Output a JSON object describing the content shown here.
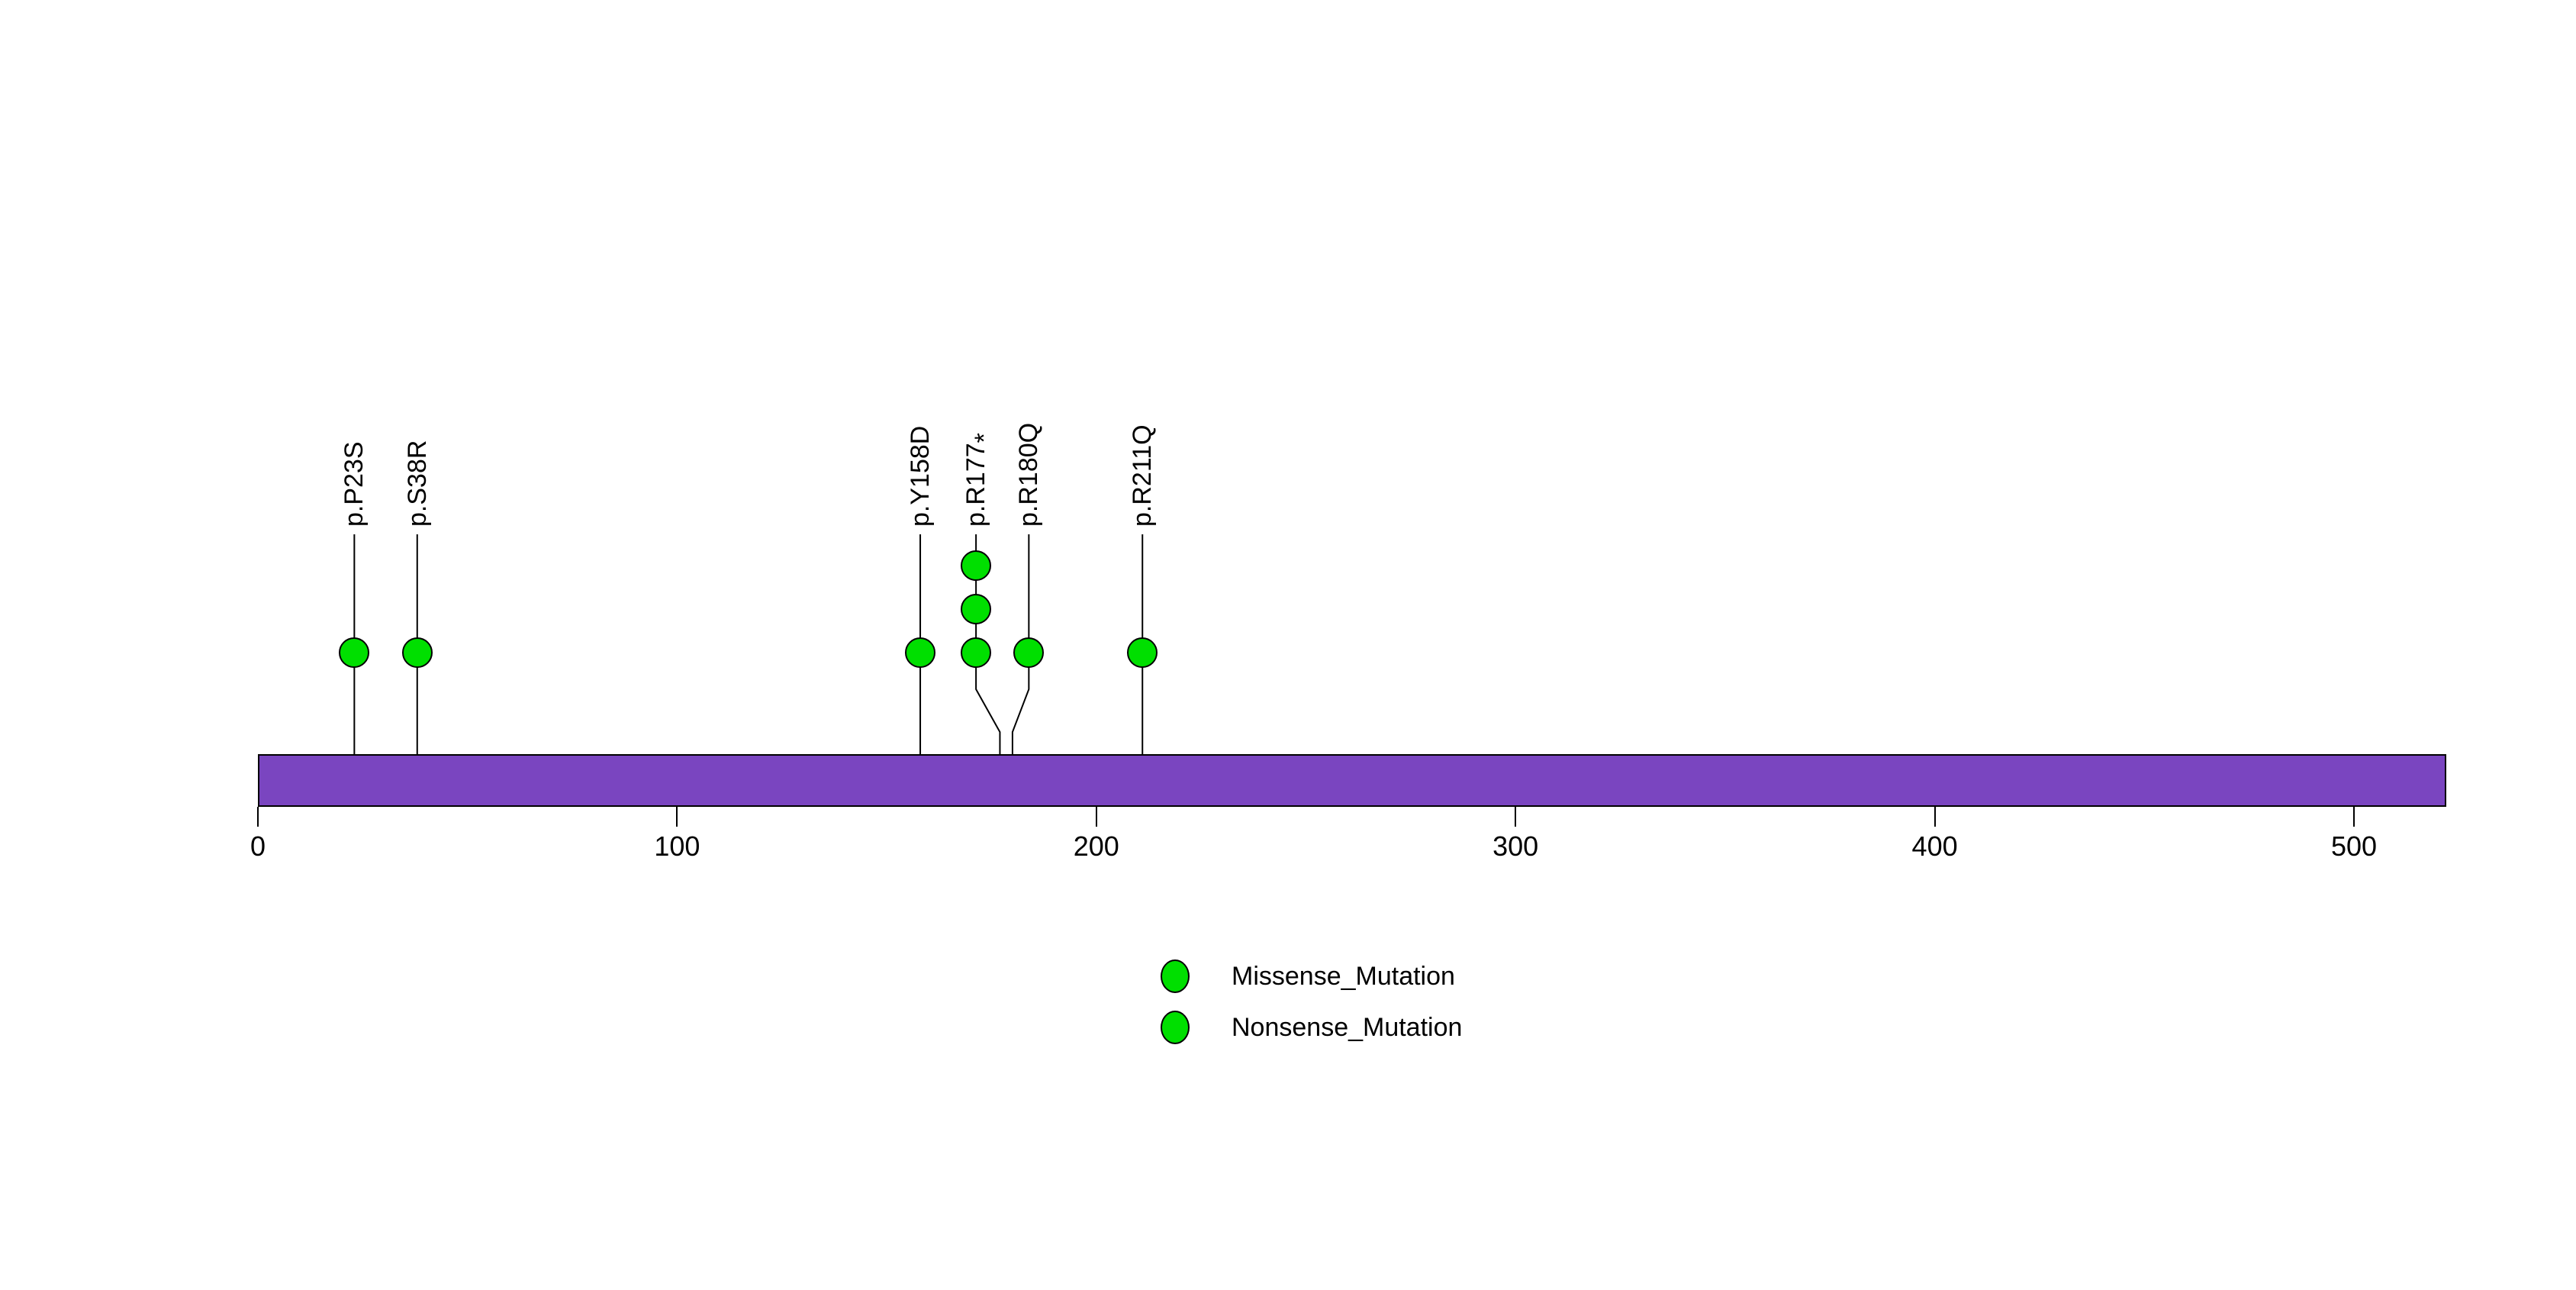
{
  "figure": {
    "background_color": "#FFFFFF",
    "title": ""
  },
  "chart_data": {
    "type": "lollipop",
    "title": "",
    "xlabel": "",
    "ylabel": "",
    "axis": {
      "min": 0,
      "max": 522,
      "ticks": [
        "0",
        "100",
        "200",
        "300",
        "400",
        "500"
      ],
      "tick_values": [
        0,
        100,
        200,
        300,
        400,
        500
      ],
      "grid": false
    },
    "protein_bar": {
      "start": 0,
      "end": 522,
      "fill_color": "#7A45C0",
      "border_color": "#000000"
    },
    "point_style": {
      "fill_color": "#00DF00",
      "border_color": "#000000"
    },
    "mutations": [
      {
        "label": "p.P23S",
        "position": 23,
        "label_position": 23,
        "count": 1,
        "type": "Missense_Mutation"
      },
      {
        "label": "p.S38R",
        "position": 38,
        "label_position": 38,
        "count": 1,
        "type": "Missense_Mutation"
      },
      {
        "label": "p.Y158D",
        "position": 158,
        "label_position": 158,
        "count": 1,
        "type": "Missense_Mutation"
      },
      {
        "label": "p.R177*",
        "position": 177,
        "label_position": 171.3,
        "count": 3,
        "type": "Nonsense_Mutation"
      },
      {
        "label": "p.R180Q",
        "position": 180,
        "label_position": 183.9,
        "count": 1,
        "type": "Missense_Mutation"
      },
      {
        "label": "p.R211Q",
        "position": 211,
        "label_position": 211,
        "count": 1,
        "type": "Missense_Mutation"
      }
    ],
    "legend": {
      "position": "bottom-center",
      "entries": [
        {
          "label": "Missense_Mutation",
          "color": "#00DF00"
        },
        {
          "label": "Nonsense_Mutation",
          "color": "#00DF00"
        }
      ]
    }
  }
}
